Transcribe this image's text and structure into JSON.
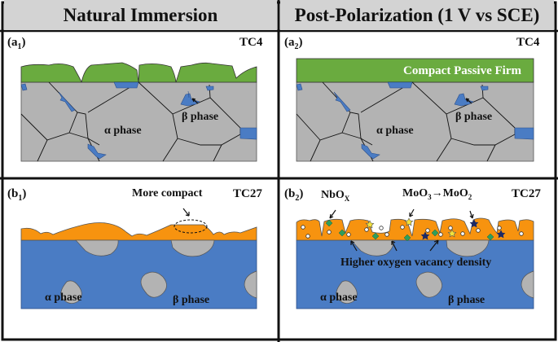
{
  "columns": [
    {
      "title": "Natural Immersion"
    },
    {
      "title": "Post-Polarization (1 V vs SCE)"
    }
  ],
  "panels": {
    "a1": {
      "label_main": "(a",
      "label_sub": "1",
      "label_end": ")",
      "alloy": "TC4",
      "alpha_label": "α phase",
      "beta_label": "β phase"
    },
    "a2": {
      "label_main": "(a",
      "label_sub": "2",
      "label_end": ")",
      "alloy": "TC4",
      "alpha_label": "α phase",
      "beta_label": "β phase",
      "film_label": "Compact Passive Firm"
    },
    "b1": {
      "label_main": "(b",
      "label_sub": "1",
      "label_end": ")",
      "alloy": "TC27",
      "alpha_label": "α phase",
      "beta_label": "β phase",
      "annotation": "More compact"
    },
    "b2": {
      "label_main": "(b",
      "label_sub": "2",
      "label_end": ")",
      "alloy": "TC27",
      "alpha_label": "α phase",
      "beta_label": "β phase",
      "nbox_label": "NbO",
      "nbox_sub": "X",
      "moo_label_a": "MoO",
      "moo_sub_a": "3",
      "moo_arrow": "→",
      "moo_label_b": "MoO",
      "moo_sub_b": "2",
      "vacancy_label": "Higher oxygen vacancy density"
    }
  },
  "colors": {
    "header_bg": "#d3d3d3",
    "alpha_grain": "#b3b3b3",
    "beta_blue": "#4a7cc4",
    "tc4_film_green": "#6aab3f",
    "tc27_film_orange": "#f7930f",
    "nbox_green": "#2e9e5b",
    "moo3_yellow": "#f3e23a",
    "moo2_navy": "#1d2a66"
  }
}
